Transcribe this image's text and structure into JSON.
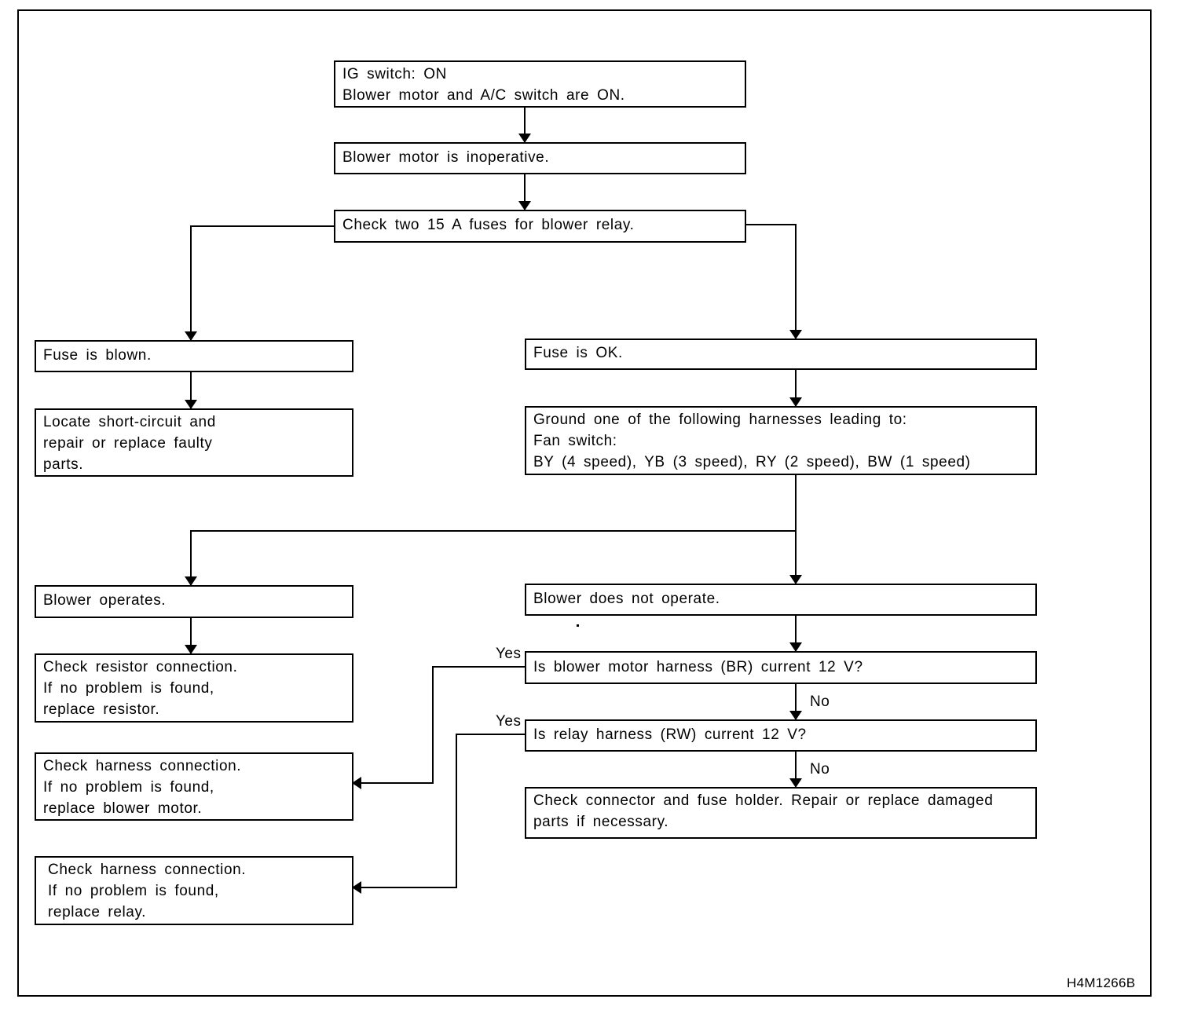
{
  "boxes": {
    "b1": [
      "IG switch: ON",
      "Blower motor and A/C switch are ON."
    ],
    "b2": [
      "Blower motor is inoperative."
    ],
    "b3": [
      "Check two 15 A fuses for blower relay."
    ],
    "b4": [
      "Fuse is blown."
    ],
    "b5": [
      "Locate short-circuit and",
      "repair or replace faulty",
      "parts."
    ],
    "b6": [
      "Fuse is OK."
    ],
    "b7": [
      "Ground one of the following harnesses leading to:",
      "Fan switch:",
      "BY (4 speed), YB (3 speed), RY (2 speed), BW (1 speed)"
    ],
    "b8": [
      "Blower operates."
    ],
    "b9": [
      "Check resistor connection.",
      "If no problem is found,",
      "replace resistor."
    ],
    "b10": [
      "Blower does not operate."
    ],
    "b11": [
      "Is blower motor harness (BR) current 12 V?"
    ],
    "b12": [
      "Check harness connection.",
      "If no problem is found,",
      "replace blower motor."
    ],
    "b13": [
      "Is relay harness (RW) current 12 V?"
    ],
    "b14": [
      "Check connector and fuse holder. Repair or replace damaged",
      "parts if necessary."
    ],
    "b15": [
      "Check harness connection.",
      "If no problem is found,",
      "replace relay."
    ]
  },
  "labels": {
    "yes1": "Yes",
    "no1": "No",
    "yes2": "Yes",
    "no2": "No"
  },
  "figure_id": "H4M1266B"
}
